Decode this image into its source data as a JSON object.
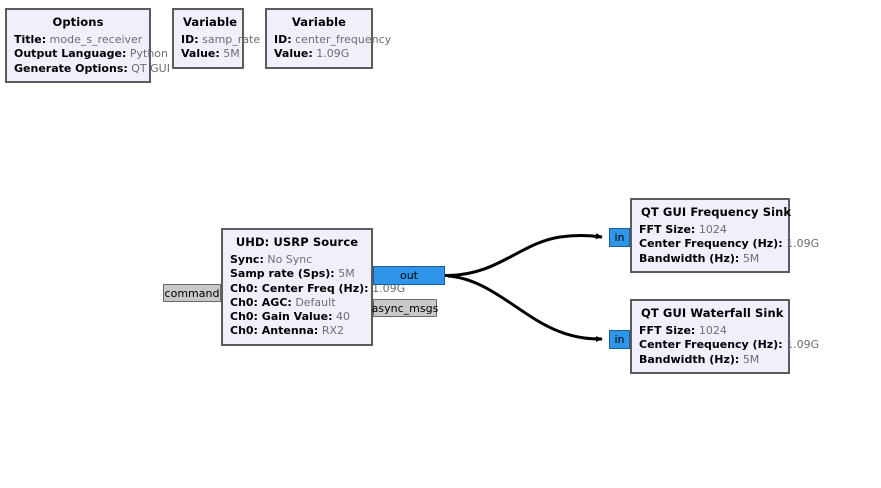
{
  "app": {
    "name": "GNU Radio Companion",
    "canvas_background": "#ffffff",
    "block_fill": "#f2eefb",
    "block_border": "#5b5b5b",
    "stream_port_color": "#2e95e8",
    "message_port_color": "#c9c9c9",
    "key_text_color": "#000000",
    "value_text_color": "#6e6e6e",
    "connection_color": "#000000"
  },
  "blocks": {
    "options": {
      "title": "Options",
      "params": [
        {
          "key": "Title:",
          "value": "mode_s_receiver"
        },
        {
          "key": "Output Language:",
          "value": "Python"
        },
        {
          "key": "Generate Options:",
          "value": "QT GUI"
        }
      ]
    },
    "variable_samp_rate": {
      "title": "Variable",
      "params": [
        {
          "key": "ID:",
          "value": "samp_rate"
        },
        {
          "key": "Value:",
          "value": "5M"
        }
      ]
    },
    "variable_center_frequency": {
      "title": "Variable",
      "params": [
        {
          "key": "ID:",
          "value": "center_frequency"
        },
        {
          "key": "Value:",
          "value": "1.09G"
        }
      ]
    },
    "usrp_source": {
      "title": "UHD: USRP Source",
      "params": [
        {
          "key": "Sync:",
          "value": "No Sync"
        },
        {
          "key": "Samp rate (Sps):",
          "value": "5M"
        },
        {
          "key": "Ch0: Center Freq (Hz):",
          "value": "1.09G"
        },
        {
          "key": "Ch0: AGC:",
          "value": "Default"
        },
        {
          "key": "Ch0: Gain Value:",
          "value": "40"
        },
        {
          "key": "Ch0: Antenna:",
          "value": "RX2"
        }
      ],
      "ports": {
        "command": "command",
        "out": "out",
        "async_msgs": "async_msgs"
      }
    },
    "qt_gui_frequency_sink": {
      "title": "QT GUI Frequency Sink",
      "params": [
        {
          "key": "FFT Size:",
          "value": "1024"
        },
        {
          "key": "Center Frequency (Hz):",
          "value": "1.09G"
        },
        {
          "key": "Bandwidth (Hz):",
          "value": "5M"
        }
      ],
      "ports": {
        "in": "in"
      }
    },
    "qt_gui_waterfall_sink": {
      "title": "QT GUI Waterfall Sink",
      "params": [
        {
          "key": "FFT Size:",
          "value": "1024"
        },
        {
          "key": "Center Frequency (Hz):",
          "value": "1.09G"
        },
        {
          "key": "Bandwidth (Hz):",
          "value": "5M"
        }
      ],
      "ports": {
        "in": "in"
      }
    }
  },
  "connections": [
    {
      "from": "usrp_source.out",
      "to": "qt_gui_frequency_sink.in"
    },
    {
      "from": "usrp_source.out",
      "to": "qt_gui_waterfall_sink.in"
    }
  ]
}
